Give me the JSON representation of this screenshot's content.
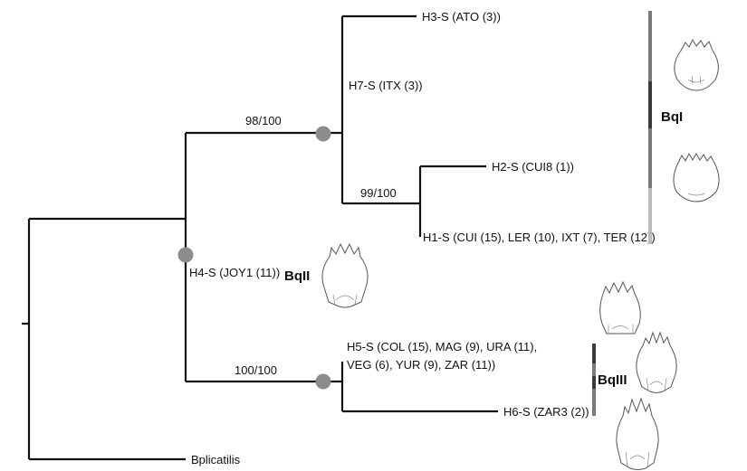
{
  "tree": {
    "tips": {
      "h3": "H3-S (ATO (3))",
      "h7": "H7-S (ITX (3))",
      "h2": "H2-S (CUI8 (1))",
      "h1": "H1-S (CUI (15), LER (10), IXT (7), TER (12))",
      "h4": "H4-S (JOY1 (11))",
      "h5_line1": "H5-S (COL (15), MAG (9), URA (11),",
      "h5_line2": "VEG (6), YUR (9), ZAR (11))",
      "h6": "H6-S (ZAR3 (2))",
      "outgroup": "Bplicatilis"
    },
    "support": {
      "bqi_clade": "98/100",
      "h1_h2": "99/100",
      "bqiii_clade": "100/100"
    },
    "groups": {
      "bqi": "BqI",
      "bqii": "BqII",
      "bqiii": "BqIII"
    },
    "colors": {
      "bar_dark": "#3a3a3a",
      "bar_mid": "#7a7a7a",
      "bar_light": "#bcbcbc",
      "node_dot": "#8c8c8c"
    }
  }
}
